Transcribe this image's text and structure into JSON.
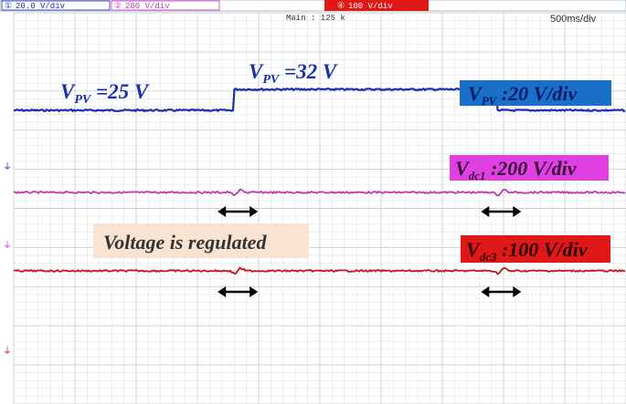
{
  "header": {
    "ch1": {
      "num": "①",
      "label": "20.0 V/div"
    },
    "ch2": {
      "num": "②",
      "label": "200 V/div"
    },
    "ch4": {
      "num": "④",
      "label": "100 V/div"
    },
    "main": "Main : 125 k",
    "timebase": "500ms/div"
  },
  "colors": {
    "ch1": "#1a2fb0",
    "ch2": "#c832c0",
    "ch4": "#c01818",
    "grid": "#c9d2d2",
    "pv_box": "#1a6fc8",
    "dc1_box": "#e040e0",
    "dc3_box": "#e01818",
    "regulated_box": "#fbe3d2"
  },
  "labels": {
    "vpv_low": {
      "base": "V",
      "sub": "PV",
      "rest": " =25 V"
    },
    "vpv_high": {
      "base": "V",
      "sub": "PV",
      "rest": " =32 V"
    },
    "vpv_scale": {
      "base": "V",
      "sub": "PV",
      "rest": " :20 V/div"
    },
    "vdc1_scale": {
      "base": "V",
      "sub": "dc1",
      "rest": " :200 V/div"
    },
    "vdc3_scale": {
      "base": "V",
      "sub": "dc3",
      "rest": " :100 V/div"
    },
    "regulated": "Voltage is regulated"
  },
  "chart_data": {
    "type": "line",
    "time_per_div_s": 0.5,
    "x_divisions": 10,
    "series": [
      {
        "name": "V_PV",
        "scale": "20 V/div",
        "steps": [
          {
            "t_s": 0,
            "v": 25
          },
          {
            "t_s": 1.8,
            "v": 32
          },
          {
            "t_s": 3.95,
            "v": 25
          }
        ]
      },
      {
        "name": "V_dc1",
        "scale": "200 V/div",
        "disturbances_t_s": [
          1.8,
          3.95
        ],
        "note_shown": "Voltage is regulated"
      },
      {
        "name": "V_dc3",
        "scale": "100 V/div",
        "disturbances_t_s": [
          1.8,
          3.95
        ]
      }
    ]
  }
}
